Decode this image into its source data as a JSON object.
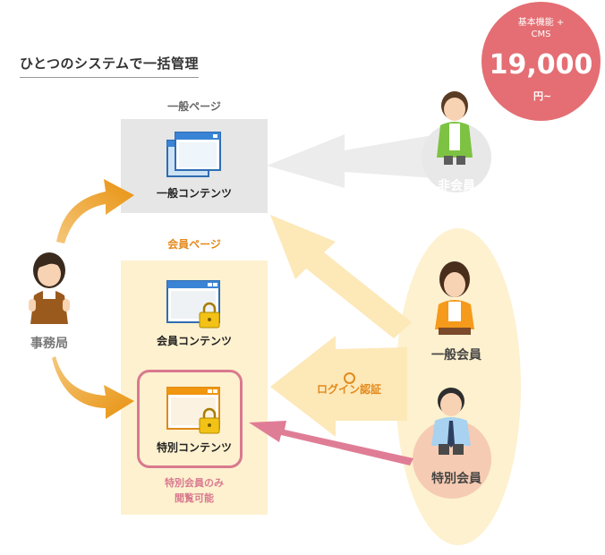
{
  "title": "ひとつのシステムで一括管理",
  "price": {
    "line1": "基本機能 +",
    "line2": "CMS",
    "amount": "19,000",
    "unit": "円~"
  },
  "sections": {
    "general_page": "一般ページ",
    "member_page": "会員ページ"
  },
  "contents": {
    "general": "一般コンテンツ",
    "member": "会員コンテンツ",
    "special": "特別コンテンツ"
  },
  "special_note": {
    "line1": "特別会員のみ",
    "line2": "閲覧可能"
  },
  "people": {
    "office": "事務局",
    "nonmember": "非会員",
    "general_member": "一般会員",
    "special_member": "特別会員"
  },
  "login_note": "ログイン認証",
  "colors": {
    "price_badge": "#e46e73",
    "accent_orange": "#e38a1d",
    "special_pink": "#d9798f",
    "member_area": "#fdf1cf",
    "general_area": "#e6e6e6"
  }
}
